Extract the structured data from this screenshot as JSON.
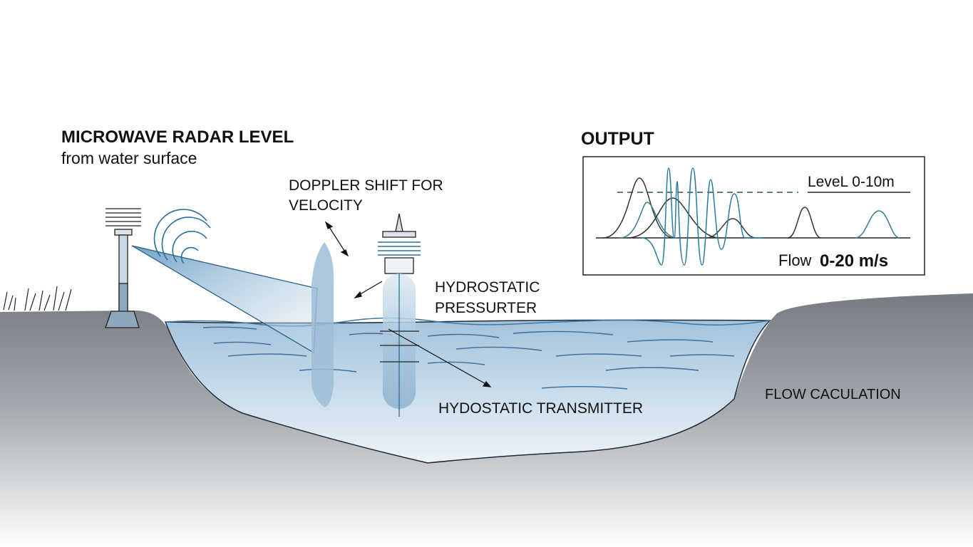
{
  "labels": {
    "radar_title": "MICROWAVE RADAR LEVEL",
    "radar_subtitle": "from water surface",
    "doppler_line1": "DOPPLER SHIFT FOR",
    "doppler_line2": "VELOCITY",
    "pressure_line1": "HYDROSTATIC",
    "pressure_line2": "PRESSURTER",
    "transmitter": "HYDOSTATIC TRANSMITTER",
    "flow_calc": "FLOW CACULATION",
    "output_title": "OUTPUT",
    "level_range": "LeveL 0-10m",
    "flow_prefix": "Flow",
    "flow_range": "0-20 m/s"
  },
  "colors": {
    "water": "#a9c8df",
    "ground": "#7b8187",
    "teal": "#2f7f8c",
    "blue": "#2a6f9e",
    "ink": "#222222"
  }
}
